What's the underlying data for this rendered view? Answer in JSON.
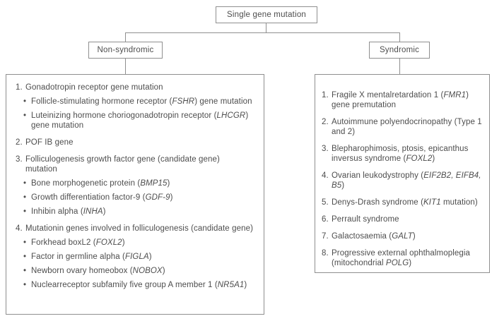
{
  "title": "Single gene mutation flowchart",
  "colors": {
    "line_and_border": "#8f8f8f",
    "text": "#4d4d4d",
    "background": "#ffffff"
  },
  "root": {
    "label": "Single gene mutation"
  },
  "branches": [
    {
      "label": "Non-syndromic"
    },
    {
      "label": "Syndromic"
    }
  ],
  "non_syndromic": {
    "items": [
      {
        "num": "1.",
        "text": [
          {
            "t": "Gonadotropin receptor gene mutation"
          }
        ],
        "bullets": [
          [
            {
              "t": "Follicle-stimulating hormone receptor ("
            },
            {
              "t": "FSHR",
              "i": true
            },
            {
              "t": ") gene mutation"
            }
          ],
          [
            {
              "t": "Luteinizing hormone choriogonadotropin receptor ("
            },
            {
              "t": "LHCGR",
              "i": true
            },
            {
              "t": ") gene mutation"
            }
          ]
        ]
      },
      {
        "num": "2.",
        "text": [
          {
            "t": "POF IB gene"
          }
        ],
        "bullets": []
      },
      {
        "num": "3.",
        "text": [
          {
            "t": "Folliculogenesis growth factor gene (candidate gene) mutation"
          }
        ],
        "bullets": [
          [
            {
              "t": "Bone morphogenetic protein ("
            },
            {
              "t": "BMP15",
              "i": true
            },
            {
              "t": ")"
            }
          ],
          [
            {
              "t": "Growth differentiation factor-9 ("
            },
            {
              "t": "GDF-9",
              "i": true
            },
            {
              "t": ")"
            }
          ],
          [
            {
              "t": "Inhibin alpha ("
            },
            {
              "t": "INHA",
              "i": true
            },
            {
              "t": ")"
            }
          ]
        ]
      },
      {
        "num": "4.",
        "text": [
          {
            "t": "Mutationin genes involved in folliculogenesis (candidate gene)"
          }
        ],
        "bullets": [
          [
            {
              "t": "Forkhead boxL2 ("
            },
            {
              "t": "FOXL2",
              "i": true
            },
            {
              "t": ")"
            }
          ],
          [
            {
              "t": "Factor in germline alpha ("
            },
            {
              "t": "FIGLA",
              "i": true
            },
            {
              "t": ")"
            }
          ],
          [
            {
              "t": "Newborn ovary homeobox ("
            },
            {
              "t": "NOBOX",
              "i": true
            },
            {
              "t": ")"
            }
          ],
          [
            {
              "t": "Nuclearreceptor subfamily five group A member 1 ("
            },
            {
              "t": "NR5A1",
              "i": true
            },
            {
              "t": ")"
            }
          ]
        ]
      }
    ]
  },
  "syndromic": {
    "items": [
      {
        "num": "1.",
        "text": [
          {
            "t": "Fragile X mentalretardation 1 ("
          },
          {
            "t": "FMR1",
            "i": true
          },
          {
            "t": ") gene premutation"
          }
        ],
        "bullets": []
      },
      {
        "num": "2.",
        "text": [
          {
            "t": "Autoimmune polyendocrinopathy (Type 1 and 2)"
          }
        ],
        "bullets": []
      },
      {
        "num": "3.",
        "text": [
          {
            "t": "Blepharophimosis, ptosis, epicanthus inversus syndrome ("
          },
          {
            "t": "FOXL2",
            "i": true
          },
          {
            "t": ")"
          }
        ],
        "bullets": []
      },
      {
        "num": "4.",
        "text": [
          {
            "t": "Ovarian leukodystrophy ("
          },
          {
            "t": "EIF2B2, EIFB4, B5",
            "i": true
          },
          {
            "t": ")"
          }
        ],
        "bullets": []
      },
      {
        "num": "5.",
        "text": [
          {
            "t": "Denys-Drash syndrome ("
          },
          {
            "t": "KIT1",
            "i": true
          },
          {
            "t": " mutation)"
          }
        ],
        "bullets": []
      },
      {
        "num": "6.",
        "text": [
          {
            "t": "Perrault syndrome"
          }
        ],
        "bullets": []
      },
      {
        "num": "7.",
        "text": [
          {
            "t": "Galactosaemia ("
          },
          {
            "t": "GALT",
            "i": true
          },
          {
            "t": ")"
          }
        ],
        "bullets": []
      },
      {
        "num": "8.",
        "text": [
          {
            "t": "Progressive external ophthalmoplegia (mitochondrial "
          },
          {
            "t": "POLG",
            "i": true
          },
          {
            "t": ")"
          }
        ],
        "bullets": []
      }
    ]
  }
}
